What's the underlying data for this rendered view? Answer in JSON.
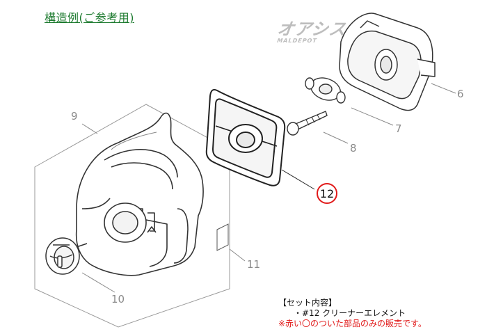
{
  "title": "構造例(ご参考用)",
  "watermark": {
    "main": "オアシス",
    "sub": "MALDEPOT"
  },
  "part_numbers": [
    "6",
    "7",
    "8",
    "9",
    "10",
    "11",
    "12"
  ],
  "highlighted_part": "12",
  "notes": {
    "set_header": "【セット内容】",
    "set_item": "・#12 クリーナーエレメント",
    "warning": "※赤い〇のついた部品のみの販売です。"
  },
  "colors": {
    "title": "#1c7a2e",
    "highlight": "#e11a1a",
    "outline": "#333333",
    "leader": "#8a8a8a"
  }
}
